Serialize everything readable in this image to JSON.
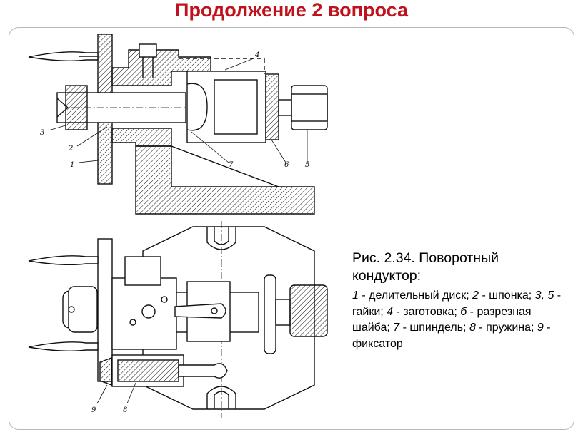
{
  "slide": {
    "title": "Продолжение 2 вопроса"
  },
  "caption": {
    "heading": "Рис. 2.34. Поворотный кондуктор:",
    "items": [
      {
        "num": "1",
        "sep": " - ",
        "text": "делительный диск; "
      },
      {
        "num": "2",
        "sep": " - ",
        "text": "шпонка; "
      },
      {
        "num": "3, 5",
        "sep": " - ",
        "text": "гайки; "
      },
      {
        "num": "4",
        "sep": " - ",
        "text": "заготовка; "
      },
      {
        "num": "б",
        "sep": " - ",
        "text": "разрезная шайба; "
      },
      {
        "num": "7",
        "sep": " - ",
        "text": "шпиндель; "
      },
      {
        "num": "8",
        "sep": " - ",
        "text": "пружина; "
      },
      {
        "num": "9",
        "sep": " - ",
        "text": "фиксатор"
      }
    ]
  },
  "drawing": {
    "top_view_labels": [
      "1",
      "2",
      "3",
      "4",
      "5",
      "6",
      "7"
    ],
    "bottom_view_labels": [
      "8",
      "9"
    ]
  },
  "colors": {
    "title": "#c0121c",
    "frame": "#b8b8b8",
    "ink": "#111111"
  }
}
